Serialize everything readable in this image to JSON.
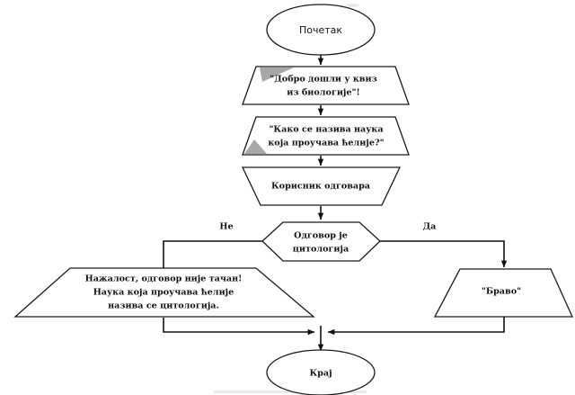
{
  "diagram": {
    "title": "Biology quiz flowchart",
    "language": "sr-Cyrl",
    "colors": {
      "stroke": "#111111",
      "fill": "#ffffff",
      "accent_gray": "#a8a8a8"
    },
    "nodes": [
      {
        "id": "start",
        "shape": "ellipse",
        "label": "Почетак"
      },
      {
        "id": "output-welcome",
        "shape": "parallelogram-output",
        "line1": "\"Добро дошли у квиз",
        "line2": "из биологије\"!"
      },
      {
        "id": "output-question",
        "shape": "parallelogram-output",
        "line1": "\"Како се назива наука",
        "line2": "која проучава ћелије?\""
      },
      {
        "id": "input-answer",
        "shape": "inverted-trapezoid",
        "label": "Корисник одговара"
      },
      {
        "id": "decision",
        "shape": "hexagon",
        "line1": "Одговор је",
        "line2": "цитологија"
      },
      {
        "id": "output-wrong",
        "shape": "trapezoid",
        "line1": "Нажалост, одговор није тачан!",
        "line2": "Наука која проучава ћелије",
        "line3": "назива се цитологија."
      },
      {
        "id": "output-correct",
        "shape": "trapezoid",
        "label": "\"Браво\""
      },
      {
        "id": "end",
        "shape": "ellipse",
        "label": "Крај"
      }
    ],
    "branches": [
      {
        "id": "branch-no",
        "label": "Не",
        "side": "left"
      },
      {
        "id": "branch-yes",
        "label": "Да",
        "side": "right"
      }
    ]
  }
}
